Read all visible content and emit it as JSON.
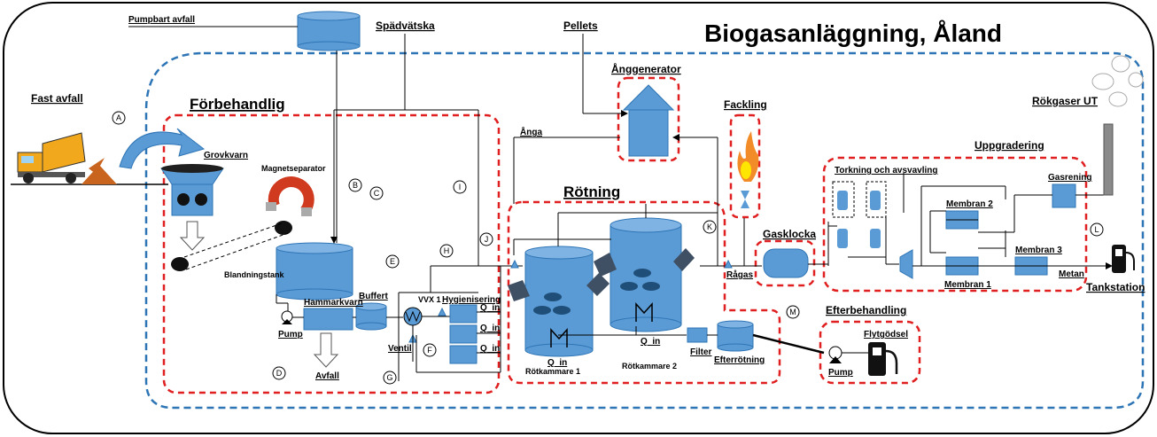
{
  "title": "Biogasanläggning, Åland",
  "sections": {
    "forbehandling": "Förbehandlig",
    "rotning": "Rötning",
    "uppgradering": "Uppgradering",
    "efterbehandling": "Efterbehandling",
    "anggenerator": "Ånggenerator",
    "fackling": "Fackling",
    "gasklocka": "Gasklocka"
  },
  "inputs": {
    "fast_avfall": "Fast avfall",
    "pumpbart_avfall": "Pumpbart  avfall",
    "spadvatska": "Spädvätska",
    "pellets": "Pellets",
    "rokgaser_ut": "Rökgaser UT",
    "tankstation": "Tankstation"
  },
  "labels": {
    "grovkvarn": "Grovkvarn",
    "magnetseparator": "Magnetseparator",
    "blandningstank": "Blandningstank",
    "hammarkvarn": "Hammarkvarn",
    "pump": "Pump",
    "avfall": "Avfall",
    "buffert": "Buffert",
    "vvx1": "VVX 1",
    "hygienisering": "Hygienisering",
    "ventil": "Ventil",
    "anga": "Ånga",
    "q_in": "Q_in",
    "rotkammare1": "Rötkammare 1",
    "rotkammare2": "Rötkammare 2",
    "filter": "Filter",
    "efterrotning": "Efterrötning",
    "ragas": "Rågas",
    "torkning": "Torkning och avsvavling",
    "membran1": "Membran 1",
    "membran2": "Membran 2",
    "membran3": "Membran 3",
    "gasrening": "Gasrening",
    "metan": "Metan",
    "flytgodsel": "Flytgödsel",
    "pump2": "Pump"
  },
  "markers": [
    "A",
    "B",
    "C",
    "D",
    "E",
    "F",
    "G",
    "H",
    "I",
    "J",
    "K",
    "L",
    "M"
  ],
  "colors": {
    "equipment": "#5b9bd5",
    "dashed_red": "#e02020",
    "dashed_blue": "#2e75b6",
    "line": "#000000"
  }
}
